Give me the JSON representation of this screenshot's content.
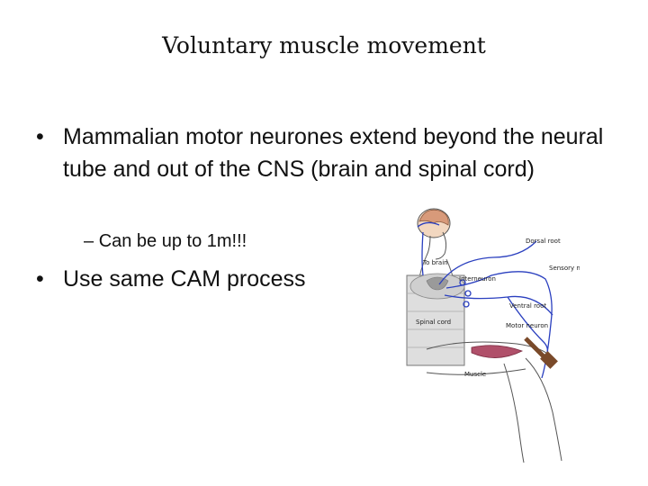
{
  "slide": {
    "title": "Voluntary muscle movement",
    "bullets": [
      {
        "marker": "•",
        "text": "Mammalian motor neurones extend beyond the neural tube and out of the CNS (brain and spinal cord)",
        "sub": {
          "marker": "–",
          "text": "Can be up to 1m!!!"
        }
      },
      {
        "marker": "•",
        "text": "Use same CAM process"
      }
    ],
    "diagram_labels": {
      "dorsal_root": "Dorsal root",
      "to_brain": "To brain",
      "sensory_neuron": "Sensory neuron",
      "interneuron": "Interneuron",
      "ventral_root": "Ventral root",
      "spinal_cord": "Spinal cord",
      "motor_neuron": "Motor neuron",
      "muscle": "Muscle"
    }
  }
}
